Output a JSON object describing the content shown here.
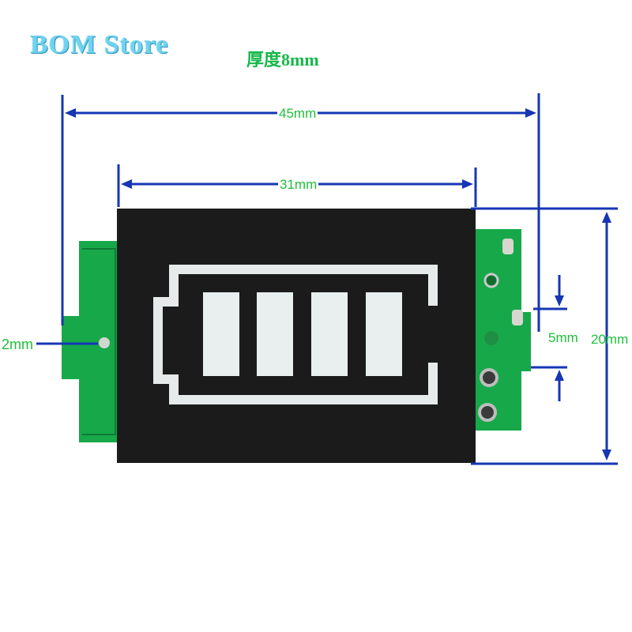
{
  "header": {
    "brand": "BOM Store",
    "thickness": "厚度8mm"
  },
  "dimensions": {
    "overall_width": "45mm",
    "display_width": "31mm",
    "hole_diameter": "2mm",
    "pin_pitch": "5mm",
    "height": "20mm"
  },
  "battery_indicator": {
    "segments_lit": 4,
    "segments_total": 4
  },
  "colors": {
    "dimension_line": "#1636b5",
    "label_text": "#1fbf3a",
    "brand": "#6fd3ef",
    "pcb_green": "#17a84a",
    "display_black": "#1b1b1b",
    "segment": "#e9eeee"
  }
}
